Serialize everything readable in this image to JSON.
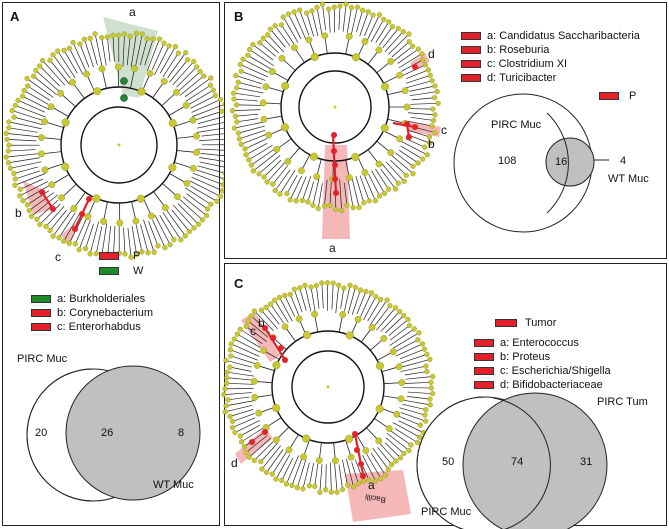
{
  "colors": {
    "node": "#c8c832",
    "node_stroke": "#8a8a1a",
    "red": "#e4202a",
    "green": "#1e8a2a",
    "highlight_red": "#f4b8b8",
    "highlight_green": "#cfe0cf",
    "venn_fill": "#c0c0c0"
  },
  "panels": [
    {
      "id": "A",
      "label": "A",
      "clade_labels": [
        "a",
        "b",
        "c"
      ],
      "groups": [
        {
          "label": "P",
          "color": "#e4202a"
        },
        {
          "label": "W",
          "color": "#1e8a2a"
        }
      ],
      "taxa": [
        {
          "key": "a",
          "name": "Burkholderiales",
          "color": "#1e8a2a"
        },
        {
          "key": "b",
          "name": "Corynebacterium",
          "color": "#e4202a"
        },
        {
          "key": "c",
          "name": "Enterorhabdus",
          "color": "#e4202a"
        }
      ],
      "venn": {
        "left_label": "PIRC Muc",
        "right_label": "WT Muc",
        "left_only": "20",
        "shared": "26",
        "right_only": "8"
      }
    },
    {
      "id": "B",
      "label": "B",
      "clade_labels": [
        "a",
        "b",
        "c",
        "d"
      ],
      "groups": [
        {
          "label": "P",
          "color": "#e4202a"
        }
      ],
      "taxa": [
        {
          "key": "a",
          "name": "Candidatus Saccharibacteria",
          "color": "#e4202a"
        },
        {
          "key": "b",
          "name": "Roseburia",
          "color": "#e4202a"
        },
        {
          "key": "c",
          "name": "Clostridium XI",
          "color": "#e4202a"
        },
        {
          "key": "d",
          "name": "Turicibacter",
          "color": "#e4202a"
        }
      ],
      "venn": {
        "left_label": "PIRC Muc",
        "right_label": "WT Muc",
        "left_only": "108",
        "shared": "16",
        "right_only": "4"
      }
    },
    {
      "id": "C",
      "label": "C",
      "clade_labels": [
        "a",
        "b",
        "c",
        "d"
      ],
      "tree_text": "Bacilli",
      "groups": [
        {
          "label": "Tumor",
          "color": "#e4202a"
        }
      ],
      "taxa": [
        {
          "key": "a",
          "name": "Enterococcus",
          "color": "#e4202a"
        },
        {
          "key": "b",
          "name": "Proteus",
          "color": "#e4202a"
        },
        {
          "key": "c",
          "name": "Escherichia/Shigella",
          "color": "#e4202a"
        },
        {
          "key": "d",
          "name": "Bifidobacteriaceae",
          "color": "#e4202a"
        }
      ],
      "venn": {
        "left_label": "PIRC Muc",
        "right_label": "PIRC Tum",
        "left_only": "50",
        "shared": "74",
        "right_only": "31"
      }
    }
  ]
}
